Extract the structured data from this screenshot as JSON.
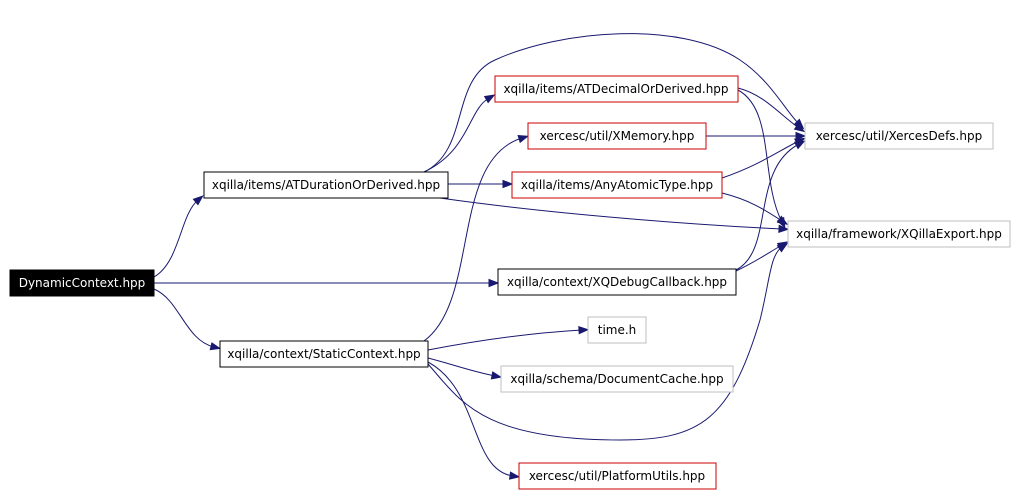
{
  "colors": {
    "edge": "#191970",
    "root_fill": "#000000",
    "root_text": "#ffffff",
    "documented_border": "#000000",
    "expandable_border": "#cc0000",
    "external_border": "#bfbfbf",
    "text": "#000000"
  },
  "nodes": {
    "dynamic_context": {
      "label": "DynamicContext.hpp",
      "kind": "root"
    },
    "atduration": {
      "label": "xqilla/items/ATDurationOrDerived.hpp",
      "kind": "documented"
    },
    "staticcontext": {
      "label": "xqilla/context/StaticContext.hpp",
      "kind": "documented"
    },
    "xqdebug": {
      "label": "xqilla/context/XQDebugCallback.hpp",
      "kind": "documented"
    },
    "atdecimal": {
      "label": "xqilla/items/ATDecimalOrDerived.hpp",
      "kind": "expandable"
    },
    "xmemory": {
      "label": "xercesc/util/XMemory.hpp",
      "kind": "expandable"
    },
    "anyatomic": {
      "label": "xqilla/items/AnyAtomicType.hpp",
      "kind": "expandable"
    },
    "platformutils": {
      "label": "xercesc/util/PlatformUtils.hpp",
      "kind": "expandable"
    },
    "xercesdefs": {
      "label": "xercesc/util/XercesDefs.hpp",
      "kind": "external"
    },
    "xqillaexport": {
      "label": "xqilla/framework/XQillaExport.hpp",
      "kind": "external"
    },
    "timeh": {
      "label": "time.h",
      "kind": "external"
    },
    "documentcache": {
      "label": "xqilla/schema/DocumentCache.hpp",
      "kind": "external"
    }
  },
  "edges": [
    [
      "dynamic_context",
      "atduration"
    ],
    [
      "dynamic_context",
      "xqdebug"
    ],
    [
      "dynamic_context",
      "staticcontext"
    ],
    [
      "atduration",
      "atdecimal"
    ],
    [
      "atduration",
      "xercesdefs"
    ],
    [
      "atduration",
      "anyatomic"
    ],
    [
      "atduration",
      "xqillaexport"
    ],
    [
      "atdecimal",
      "xercesdefs"
    ],
    [
      "atdecimal",
      "xqillaexport"
    ],
    [
      "xmemory",
      "xercesdefs"
    ],
    [
      "anyatomic",
      "xercesdefs"
    ],
    [
      "anyatomic",
      "xqillaexport"
    ],
    [
      "xqdebug",
      "xercesdefs"
    ],
    [
      "xqdebug",
      "xqillaexport"
    ],
    [
      "staticcontext",
      "xmemory"
    ],
    [
      "staticcontext",
      "timeh"
    ],
    [
      "staticcontext",
      "documentcache"
    ],
    [
      "staticcontext",
      "xqillaexport"
    ],
    [
      "staticcontext",
      "platformutils"
    ]
  ]
}
